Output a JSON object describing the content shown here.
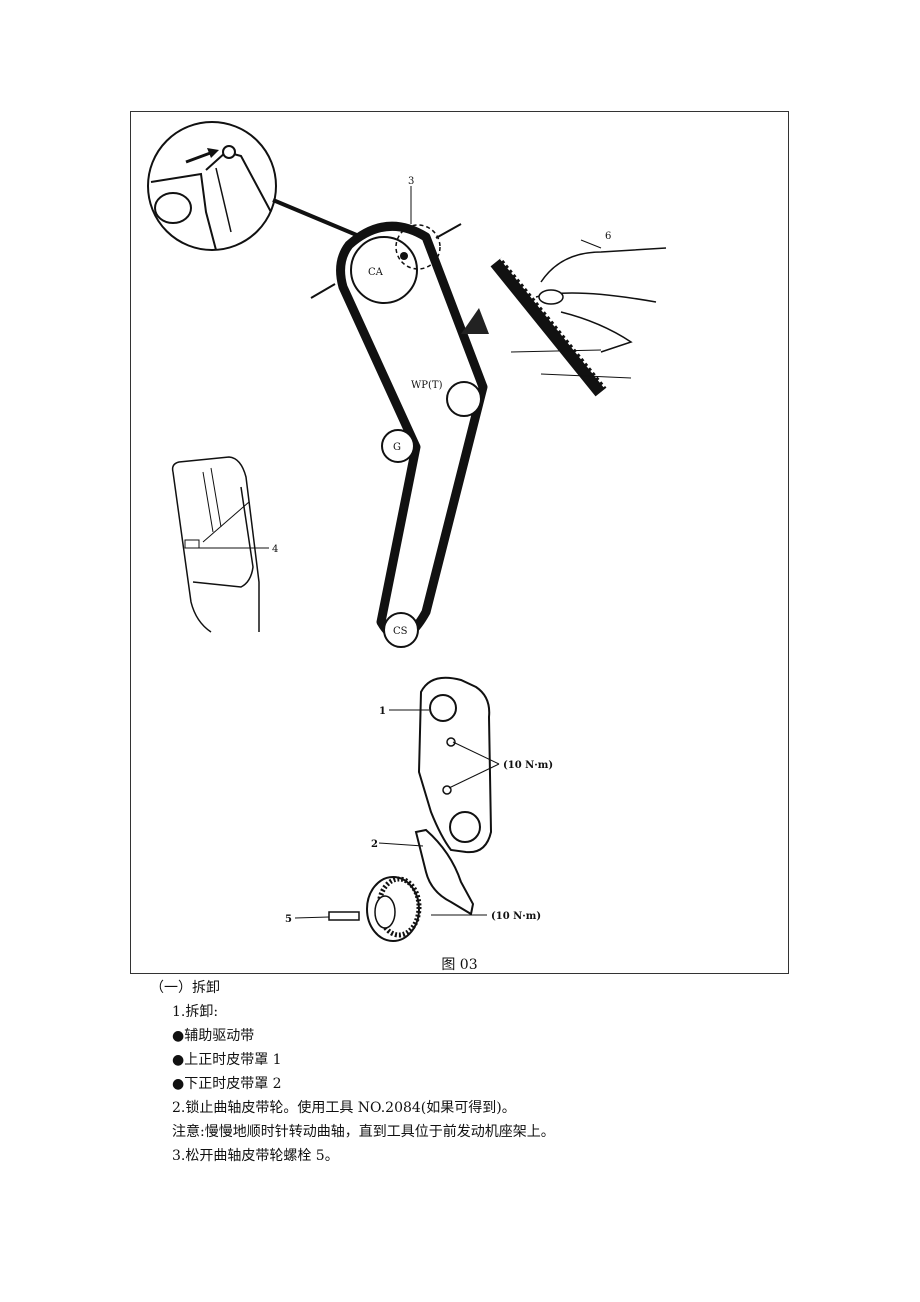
{
  "figure": {
    "caption": "图 03",
    "labels": {
      "n1": "1",
      "n2": "2",
      "n3": "3",
      "n4": "4",
      "n5": "5",
      "n6": "6",
      "ca": "CA",
      "wp": "WP(T)",
      "g": "G",
      "cs": "CS",
      "torque_upper": "(10 N·m)",
      "torque_lower": "(10 N·m)"
    }
  },
  "text": {
    "section": "（一）拆卸",
    "step1": "1.拆卸:",
    "bullet1": "●辅助驱动带",
    "bullet2": "●上正时皮带罩 1",
    "bullet3": "●下正时皮带罩 2",
    "step2": "2.锁止曲轴皮带轮。使用工具 NO.2084(如果可得到)。",
    "note": "注意:慢慢地顺时针转动曲轴，直到工具位于前发动机座架上。",
    "step3": "3.松开曲轴皮带轮螺栓 5。"
  }
}
